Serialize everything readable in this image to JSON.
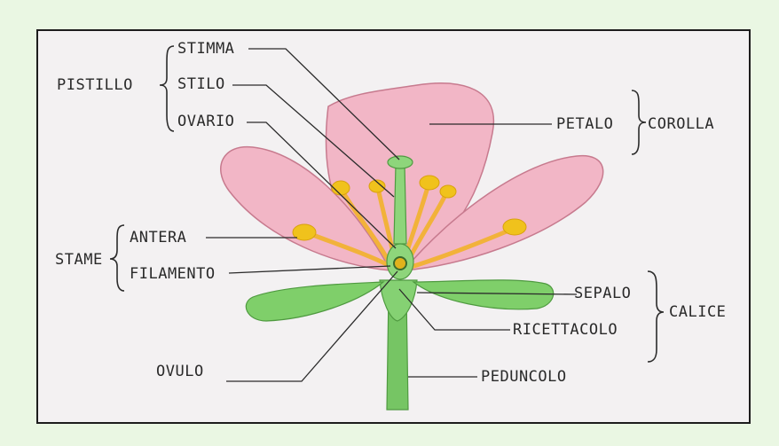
{
  "colors": {
    "background": "#eaf7e3",
    "paper": "#f3f1f2",
    "petal": "#f2b6c6",
    "petal_edge": "#c77a8e",
    "stamen": "#f2b23a",
    "anther": "#f0c21c",
    "sepal": "#7fcf6a",
    "stem": "#76c564"
  },
  "labels": {
    "stimma": "STIMMA",
    "stilo": "STILO",
    "ovario": "OVARIO",
    "pistillo": "PISTILLO",
    "petalo": "PETALO",
    "corolla": "COROLLA",
    "antera": "ANTERA",
    "filamento": "FILAMENTO",
    "stame": "STAME",
    "sepalo": "SEPALO",
    "ricettacolo": "RICETTACOLO",
    "calice": "CALICE",
    "ovulo": "OVULO",
    "peduncolo": "PEDUNCOLO"
  }
}
